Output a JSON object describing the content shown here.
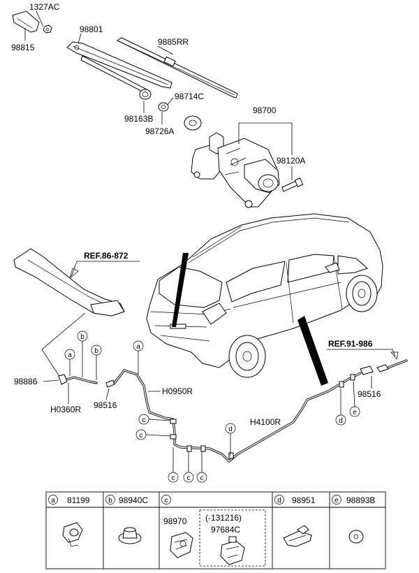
{
  "labels": {
    "p1327AC": "1327AC",
    "p98815": "98815",
    "p98801": "98801",
    "p9885RR": "9885RR",
    "p98714C": "98714C",
    "p98163B": "98163B",
    "p98726A": "98726A",
    "p98700": "98700",
    "p98120A": "98120A",
    "ref86": "REF.86-872",
    "ref91": "REF.91-986",
    "p98886": "98886",
    "pH0360R": "H0360R",
    "p98516a": "98516",
    "pH0950R": "H0950R",
    "pH4100R": "H4100R",
    "p98516b": "98516"
  },
  "callouts": {
    "a": "a",
    "b": "b",
    "c": "c",
    "d": "d",
    "e": "e"
  },
  "table": {
    "cells": [
      {
        "letter": "a",
        "part": "81199"
      },
      {
        "letter": "b",
        "part": "98940C"
      },
      {
        "letter": "c",
        "part": ""
      },
      {
        "letter": "d",
        "part": "98951"
      },
      {
        "letter": "e",
        "part": "98893B"
      }
    ],
    "c_part_left": "98970",
    "c_range": "(-131216)",
    "c_part_right": "97684C"
  }
}
